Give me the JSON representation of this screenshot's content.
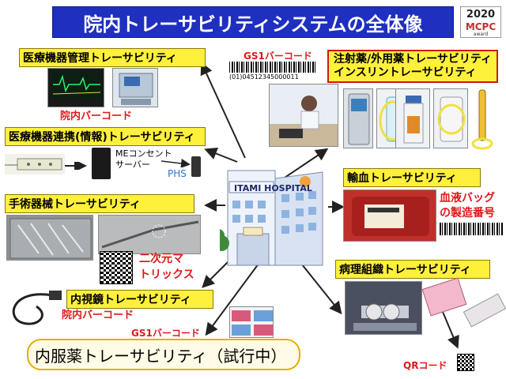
{
  "title": "院内トレーサビリティシステムの全体像",
  "logo": {
    "year": "2020",
    "mark": "MCPC",
    "sub": "award"
  },
  "labels": {
    "device_mgmt": "医療機器管理トレーサビリティ",
    "device_link": "医療機器連携(情報)トレーサビリティ",
    "surgical": "手術器械トレーサビリティ",
    "endoscope": "内視鏡トレーサビリティ",
    "oral": "内服薬トレーサビリティ（試行中）",
    "injection_line1": "注射薬/外用薬トレーサビリティ",
    "injection_line2": "インスリントレーサビリティ",
    "transfusion": "輸血トレーサビリティ",
    "pathology": "病理組織トレーサビリティ"
  },
  "annotations": {
    "inhouse_barcode_1": "院内バーコード",
    "me_server": "MEコンセント\nサーバー",
    "phs": "PHS",
    "two_d_matrix": "二次元マ\nトリックス",
    "inhouse_barcode_2": "院内バーコード",
    "gs1_bottom": "GS1バーコード",
    "gs1_top": "GS1バーコード",
    "gs1_number": "(01)04512345000011",
    "blood_bag": "血液バッグ\nの製造番号",
    "qr_code": "QRコード"
  },
  "hospital_sign": "ITAMI HOSPITAL",
  "colors": {
    "title_bg": "#1f2fbf",
    "label_bg": "#fff03c",
    "accent_red": "#e01818"
  }
}
